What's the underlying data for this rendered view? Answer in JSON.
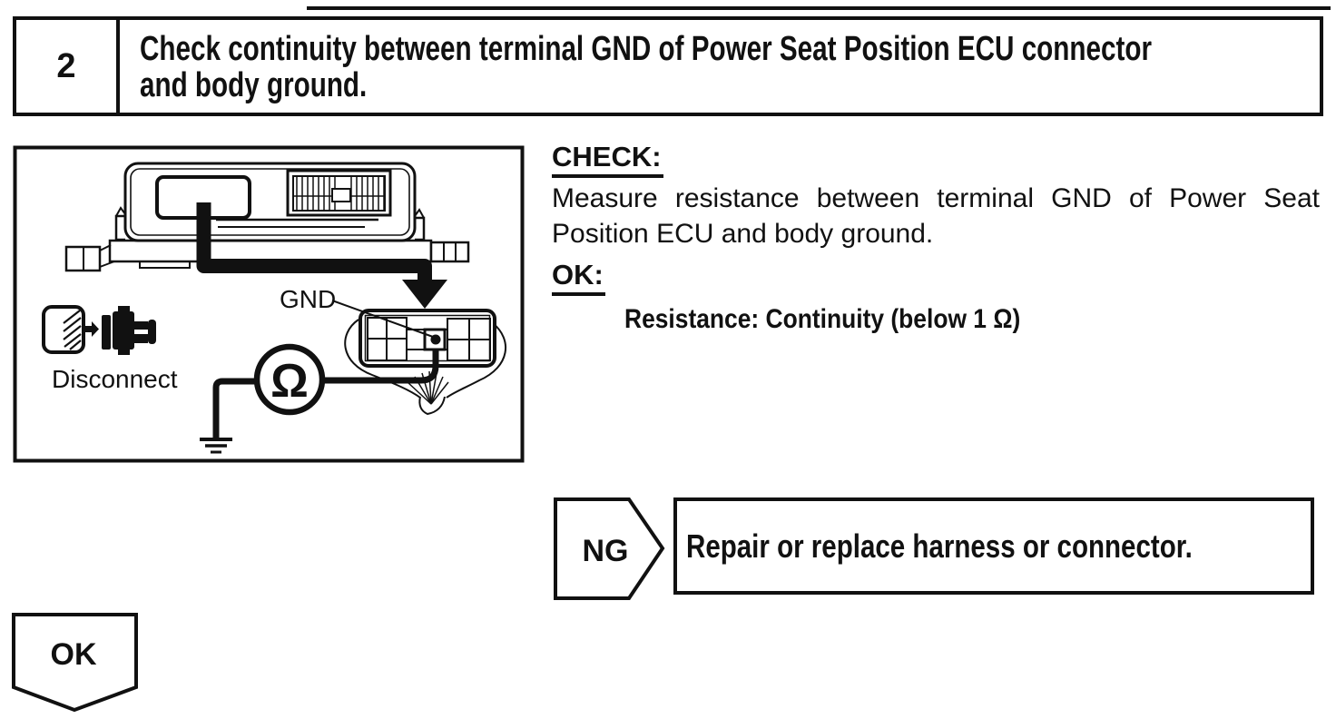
{
  "colors": {
    "ink": "#111111",
    "paper": "#ffffff"
  },
  "step_header": {
    "number": "2",
    "instruction_line1": "Check continuity between terminal GND of Power Seat Position ECU connector",
    "instruction_line2": "and body ground."
  },
  "figure": {
    "gnd_label": "GND",
    "disconnect_label": "Disconnect",
    "ohmmeter_symbol": "Ω"
  },
  "check_section": {
    "check_label": "CHECK:",
    "check_line1": "Measure resistance between terminal GND of Power Seat",
    "check_line2": "Position ECU and body ground.",
    "ok_label": "OK:",
    "ok_spec": "Resistance: Continuity (below 1 Ω)"
  },
  "flow": {
    "ng_label": "NG",
    "ng_action": "Repair or replace harness or connector.",
    "ok_label": "OK"
  }
}
